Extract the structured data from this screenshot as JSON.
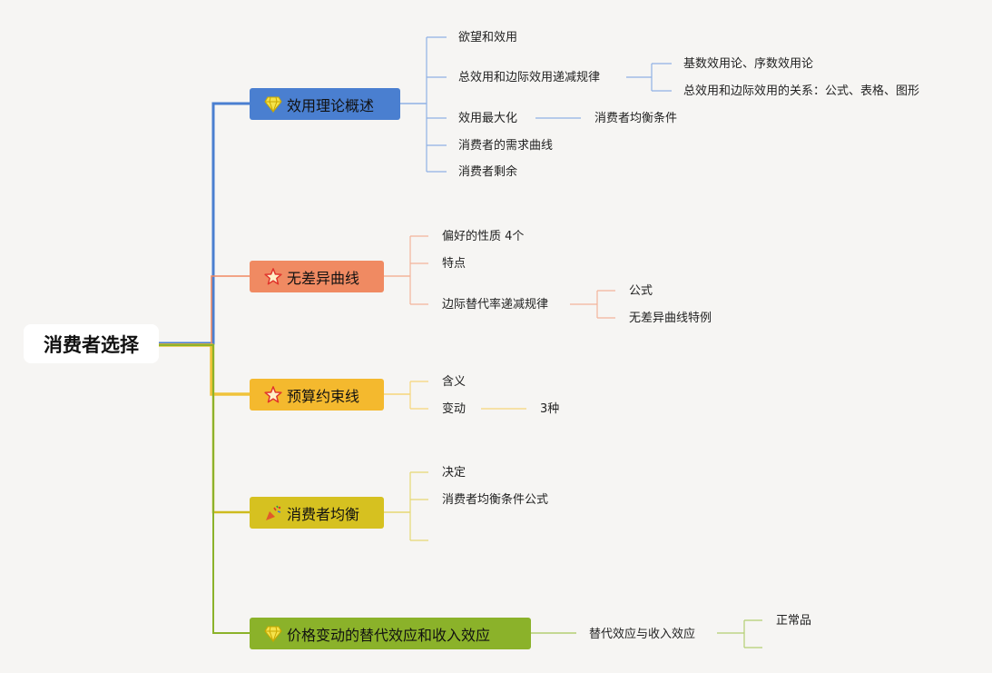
{
  "root": {
    "label": "消费者选择"
  },
  "branches": [
    {
      "label": "效用理论概述",
      "color": "#4a7fd0",
      "line_color": "#4a7fd0",
      "sub_line": "#8fb1e5",
      "icon": "gem-icon",
      "items": [
        {
          "label": "欲望和效用"
        },
        {
          "label": "总效用和边际效用递减规律",
          "children": [
            "基数效用论、序数效用论",
            "总效用和边际效用的关系：公式、表格、图形"
          ]
        },
        {
          "label": "效用最大化",
          "children": [
            "消费者均衡条件"
          ]
        },
        {
          "label": "消费者的需求曲线"
        },
        {
          "label": "消费者剩余"
        }
      ]
    },
    {
      "label": "无差异曲线",
      "color": "#f08a62",
      "line_color": "#f08a62",
      "sub_line": "#f4b39a",
      "icon": "star-icon",
      "items": [
        {
          "label": "偏好的性质 4个"
        },
        {
          "label": "特点"
        },
        {
          "label": "边际替代率递减规律",
          "children": [
            "公式",
            "无差异曲线特例"
          ]
        }
      ]
    },
    {
      "label": "预算约束线",
      "color": "#f4b92e",
      "line_color": "#f0c33a",
      "sub_line": "#f6d57a",
      "icon": "star-icon",
      "items": [
        {
          "label": "含义"
        },
        {
          "label": "变动",
          "children": [
            "3种"
          ]
        }
      ]
    },
    {
      "label": "消费者均衡",
      "color": "#d6c120",
      "line_color": "#cdbb1e",
      "sub_line": "#e6d873",
      "icon": "party-popper-icon",
      "items": [
        {
          "label": "决定"
        },
        {
          "label": "消费者均衡条件公式"
        },
        {
          "label": ""
        }
      ]
    },
    {
      "label": "价格变动的替代效应和收入效应",
      "color": "#8bb22a",
      "line_color": "#8bb22a",
      "sub_line": "#b3cf72",
      "icon": "gem-icon",
      "items": [
        {
          "label": "替代效应与收入效应",
          "children": [
            "正常品",
            ""
          ]
        }
      ]
    }
  ]
}
